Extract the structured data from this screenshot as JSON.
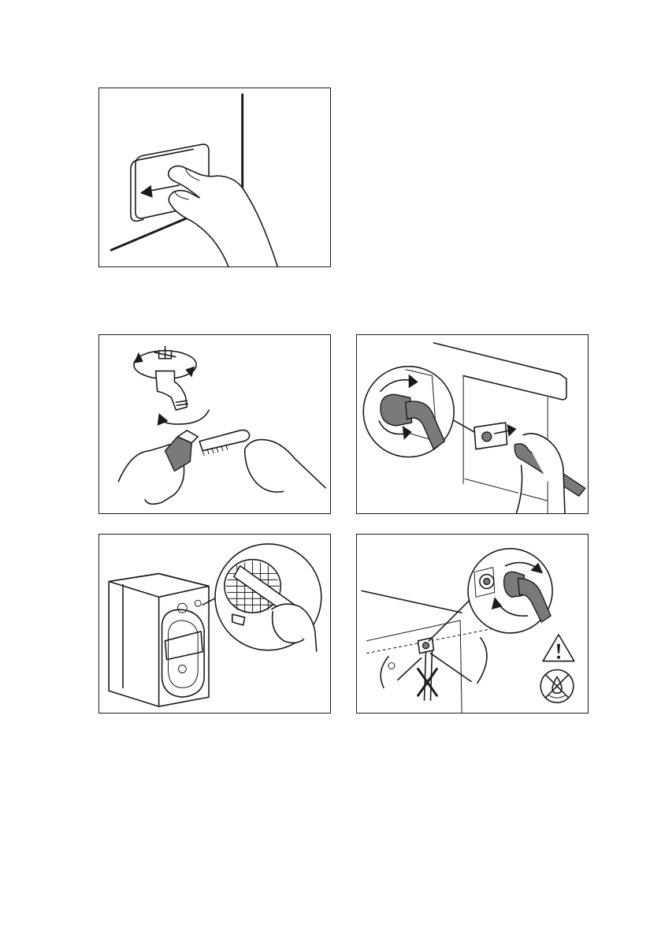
{
  "figures": [
    {
      "id": "fig-1",
      "icons": [
        "hand-icon",
        "arrow-left-icon",
        "access-panel-icon"
      ]
    },
    {
      "id": "fig-2",
      "icons": [
        "water-tap-icon",
        "rotate-arrow-icon",
        "brush-icon",
        "hand-icon"
      ]
    },
    {
      "id": "fig-3",
      "icons": [
        "inlet-hose-icon",
        "rotate-arrow-icon",
        "hand-icon",
        "magnifier-circle-icon"
      ]
    },
    {
      "id": "fig-4",
      "icons": [
        "washing-machine-icon",
        "filter-icon",
        "brush-icon",
        "magnifier-circle-icon"
      ]
    },
    {
      "id": "fig-5",
      "icons": [
        "inlet-hose-icon",
        "rotate-arrow-icon",
        "warning-triangle-icon",
        "no-water-icon"
      ]
    }
  ],
  "colors": {
    "line": "#1a1a1a",
    "shade": "#7a7a7a",
    "background": "#ffffff"
  }
}
